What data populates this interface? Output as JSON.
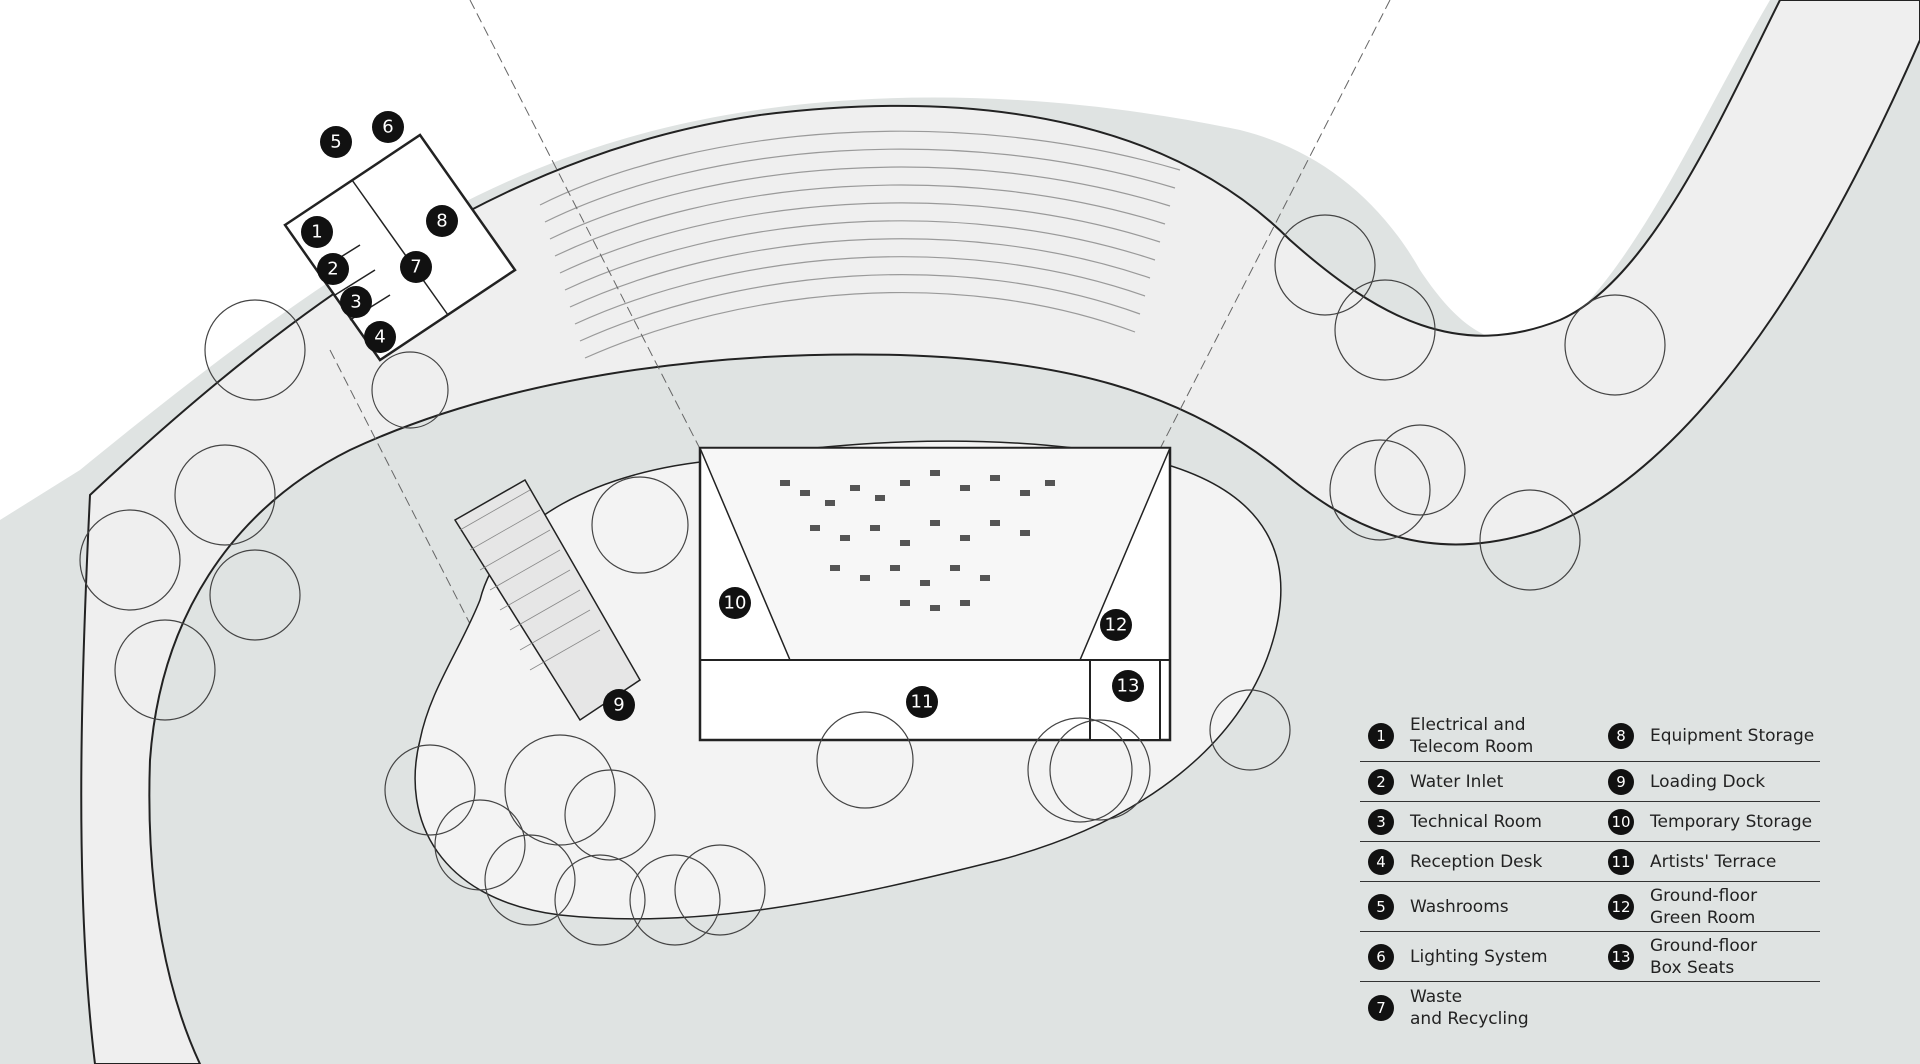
{
  "colors": {
    "lawn": "#dfe3e2",
    "path": "#efefef",
    "building": "#ffffff",
    "line": "#222222",
    "marker": "#111111"
  },
  "markers": [
    "1",
    "2",
    "3",
    "4",
    "5",
    "6",
    "7",
    "8",
    "9",
    "10",
    "11",
    "12",
    "13"
  ],
  "legend": {
    "items": [
      {
        "num": "1",
        "label": "Electrical and\nTelecom Room"
      },
      {
        "num": "2",
        "label": "Water Inlet"
      },
      {
        "num": "3",
        "label": "Technical Room"
      },
      {
        "num": "4",
        "label": "Reception Desk"
      },
      {
        "num": "5",
        "label": "Washrooms"
      },
      {
        "num": "6",
        "label": "Lighting System"
      },
      {
        "num": "7",
        "label": "Waste\nand Recycling"
      },
      {
        "num": "8",
        "label": "Equipment Storage"
      },
      {
        "num": "9",
        "label": "Loading Dock"
      },
      {
        "num": "10",
        "label": "Temporary Storage"
      },
      {
        "num": "11",
        "label": "Artists' Terrace"
      },
      {
        "num": "12",
        "label": "Ground-floor\nGreen Room"
      },
      {
        "num": "13",
        "label": "Ground-floor\nBox Seats"
      }
    ]
  }
}
